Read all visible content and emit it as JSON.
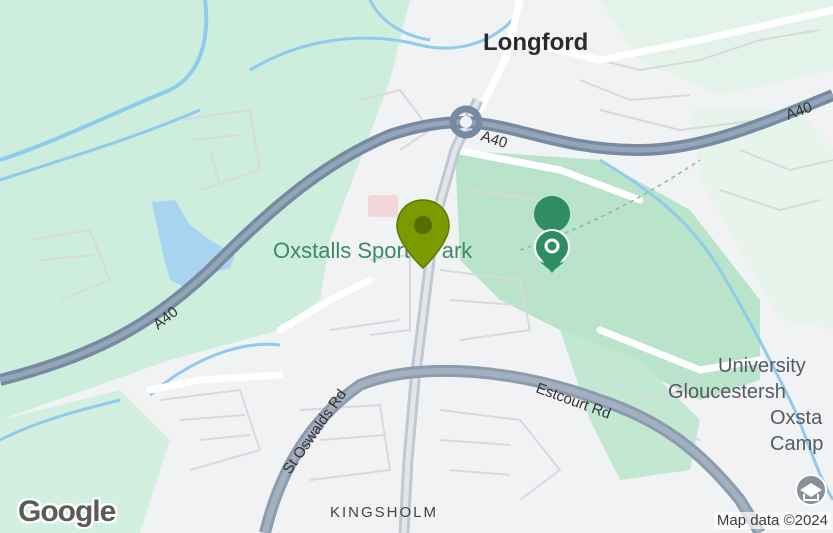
{
  "map": {
    "place_labels": {
      "town": "Longford",
      "park": "Oxstalls Sports Park",
      "area": "KINGSHOLM",
      "university_line1": "University",
      "university_line2": "Gloucestersh",
      "university_line3": "Oxsta",
      "university_line4": "Camp"
    },
    "road_labels": {
      "a40_northeast": "A40",
      "a40_east": "A40",
      "a40_west": "A40",
      "st_oswalds": "St Oswalds Rd",
      "estcourt": "Estcourt Rd"
    },
    "attribution": "Map data ©2024",
    "logo": "Google",
    "icons": {
      "marker": "location-pin-icon",
      "park_poi": "park-poi-icon",
      "university_poi": "university-poi-icon",
      "roundabout": "roundabout-icon"
    },
    "colors": {
      "land": "#f1f2f4",
      "green": "#c8ecd9",
      "park_green": "#b7e3c8",
      "water": "#a9d4ef",
      "river": "#7fc2e8",
      "motorway": "#7d8ea3",
      "road": "#ffffff",
      "marker": "#7a9a00",
      "poi_green": "#2f8c63"
    }
  }
}
